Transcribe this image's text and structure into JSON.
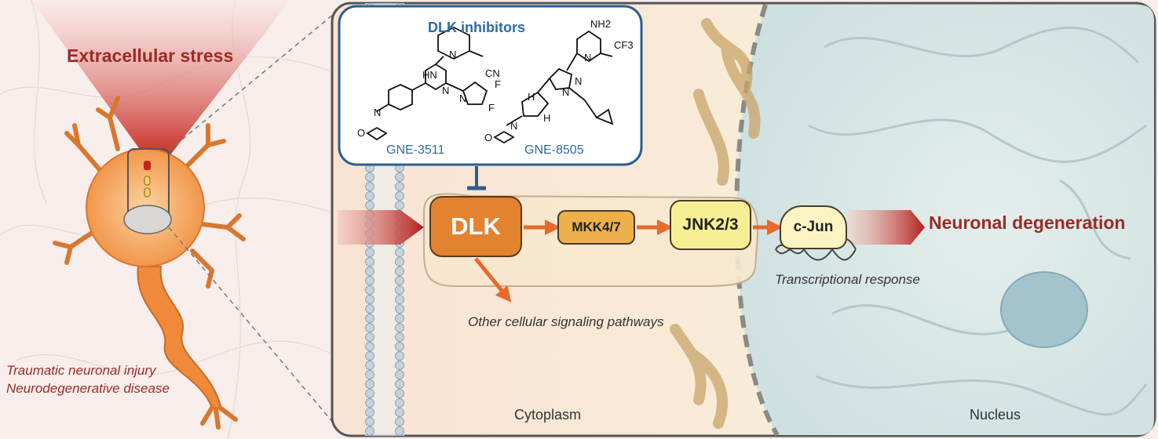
{
  "left_panel": {
    "title": "Extracellular stress",
    "injury_line_1": "Traumatic neuronal injury",
    "injury_line_2": "Neurodegenerative disease"
  },
  "inhibitors": {
    "title": "DLK inhibitors",
    "compounds": [
      {
        "name": "GNE-3511",
        "atom_labels": [
          "HN",
          "N",
          "N",
          "CN",
          "N",
          "F",
          "F",
          "N",
          "O"
        ]
      },
      {
        "name": "GNE-8505",
        "atom_labels": [
          "NH2",
          "N",
          "CF3",
          "N",
          "N",
          "H",
          "H",
          "N",
          "O"
        ]
      }
    ]
  },
  "pathway": {
    "nodes": [
      "DLK",
      "MKK4/7",
      "JNK2/3",
      "c-Jun"
    ],
    "outcome": "Neuronal degeneration",
    "side_branch": "Other cellular signaling pathways",
    "transcription_note": "Transcriptional response"
  },
  "regions": {
    "cytoplasm": "Cytoplasm",
    "nucleus": "Nucleus"
  },
  "colors": {
    "stress_red": "#9c2a26",
    "arrow_orange": "#e8692a",
    "inhibitor_blue": "#2d6aa6",
    "dlk_orange": "#e3822f",
    "mkk_yellow": "#edb04a",
    "jnk_yellow": "#f8ef94",
    "cjun_cream": "#fbf4c2",
    "neuron_orange": "#f08a3a",
    "nucleus_teal": "#cfe0e0"
  }
}
